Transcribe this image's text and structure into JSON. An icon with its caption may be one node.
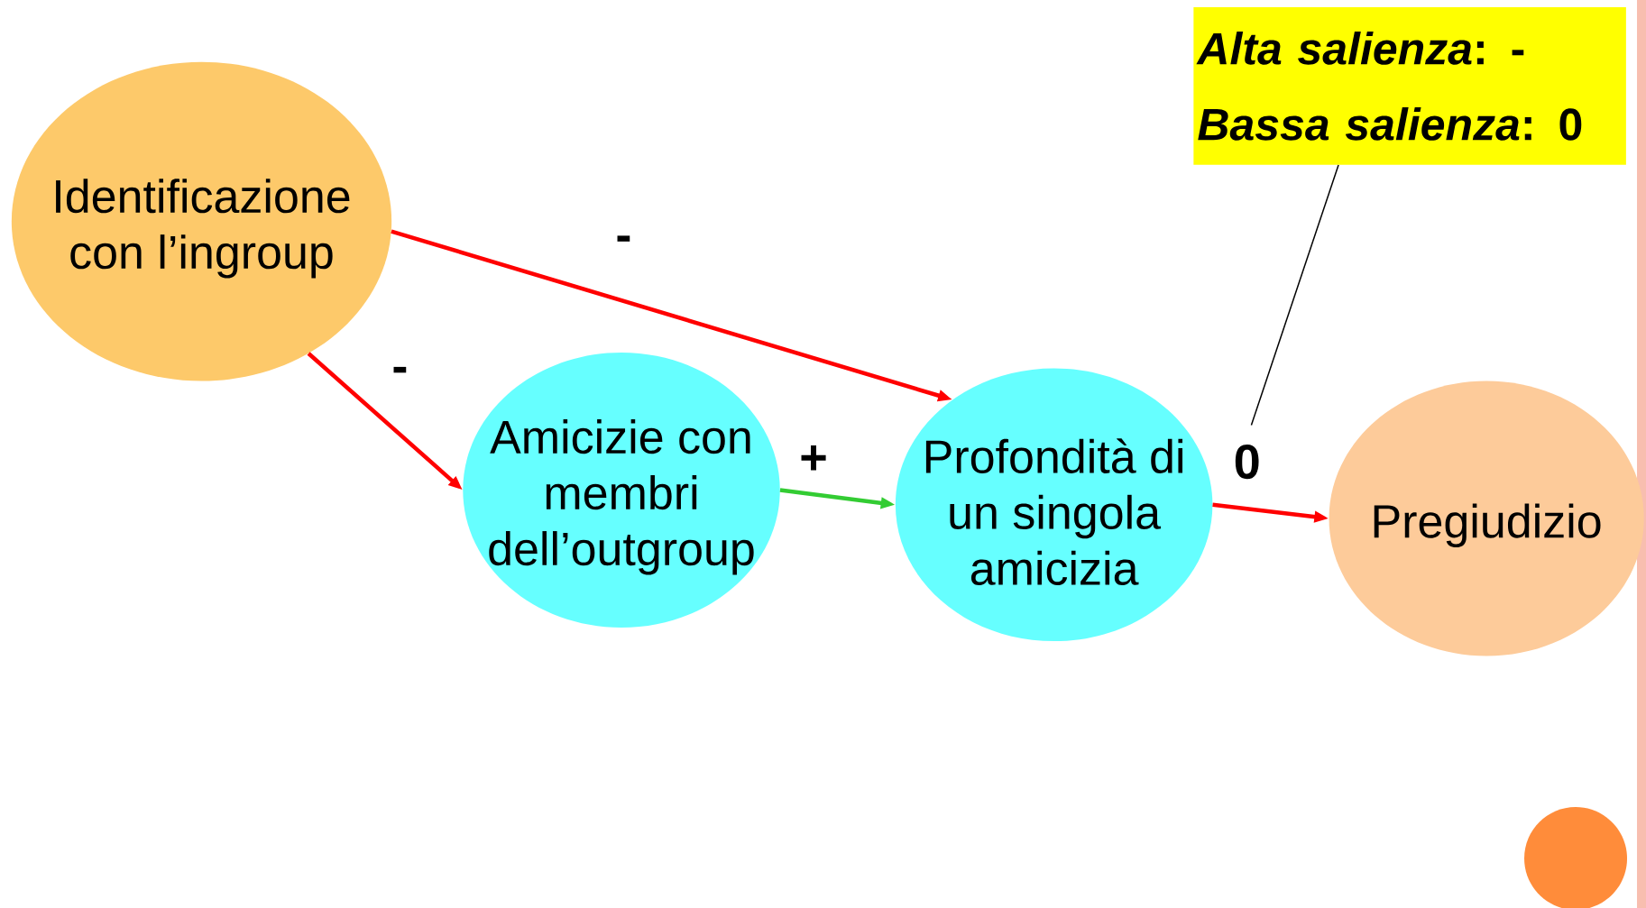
{
  "diagram": {
    "nodes": [
      {
        "text": [
          "Identificazione con l’ingroup"
        ]
      },
      {
        "text": [
          "Amicizie con membri dell’outgroup"
        ]
      },
      {
        "text": [
          "Profondità di un singola amicizia"
        ]
      },
      {
        "text": [
          "Pregiudizio"
        ]
      },
      {
        "text": [
          "*Alta salienza*: -",
          "*Bassa salienza*: 0"
        ]
      }
    ],
    "edges": [
      {
        "from": 0,
        "to": 2,
        "arrow": "to",
        "label": "-"
      },
      {
        "from": 0,
        "to": 1,
        "arrow": "to",
        "label": "-"
      },
      {
        "from": 1,
        "to": 2,
        "arrow": "to",
        "label": "+",
        "color": "#33cc33"
      },
      {
        "from": 2,
        "to": 3,
        "arrow": "to",
        "label": "0"
      },
      {
        "from": 4,
        "to": null,
        "arrow": "none",
        "color": "#000000"
      }
    ]
  }
}
